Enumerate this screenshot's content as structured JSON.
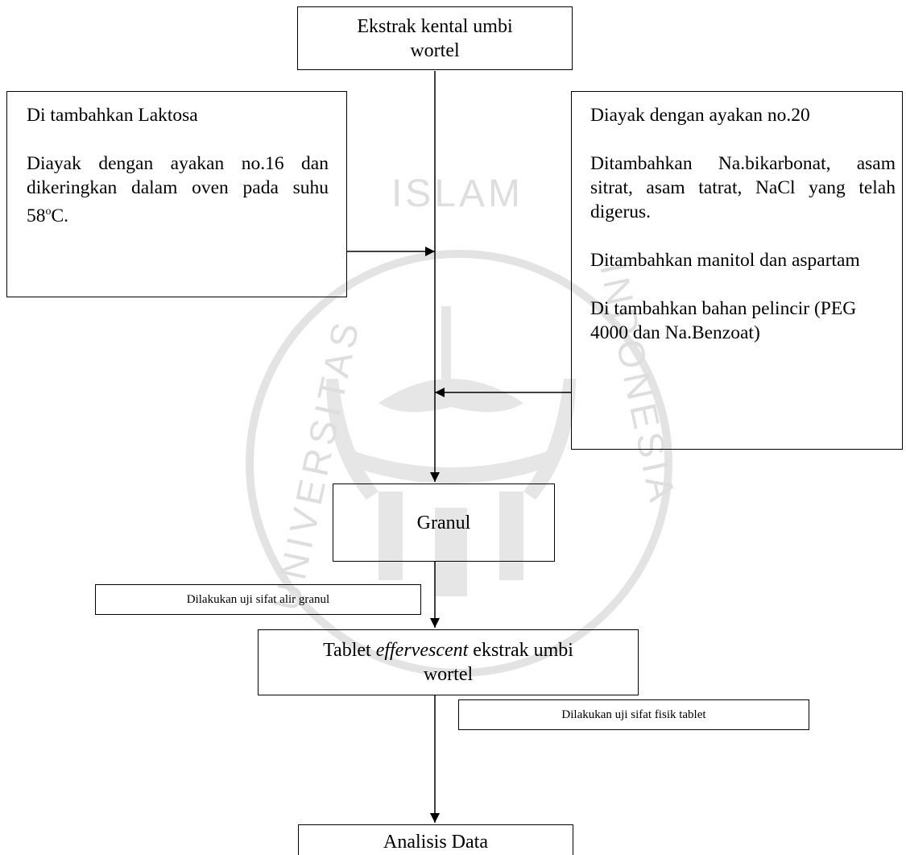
{
  "flowchart": {
    "start_box": "Ekstrak kental umbi wortel",
    "left_box": {
      "line1": "Di tambahkan Laktosa",
      "line2_prefix": "Diayak dengan ayakan no.16 dan dikeringkan dalam oven pada suhu 58",
      "line2_sup": "o",
      "line2_suffix": "C."
    },
    "right_box": {
      "p1": "Diayak dengan ayakan no.20",
      "p2": "Ditambahkan Na.bikarbonat, asam sitrat, asam tatrat, NaCl yang telah digerus.",
      "p3": "Ditambahkan manitol dan aspartam",
      "p4": "Di tambahkan bahan pelincir (PEG 4000 dan Na.Benzoat)"
    },
    "granul_box": "Granul",
    "test_granul": "Dilakukan uji sifat alir granul",
    "tablet_box": {
      "prefix": "Tablet ",
      "italic": "effervescent",
      "suffix": " ekstrak umbi wortel"
    },
    "test_tablet": "Dilakukan uji sifat fisik tablet",
    "end_box": "Analisis Data"
  },
  "watermark": {
    "text_top": "ISLAM",
    "text_left": "UNIVERSITAS",
    "text_right": "INDONESIA",
    "color": "#d9d9d9"
  }
}
